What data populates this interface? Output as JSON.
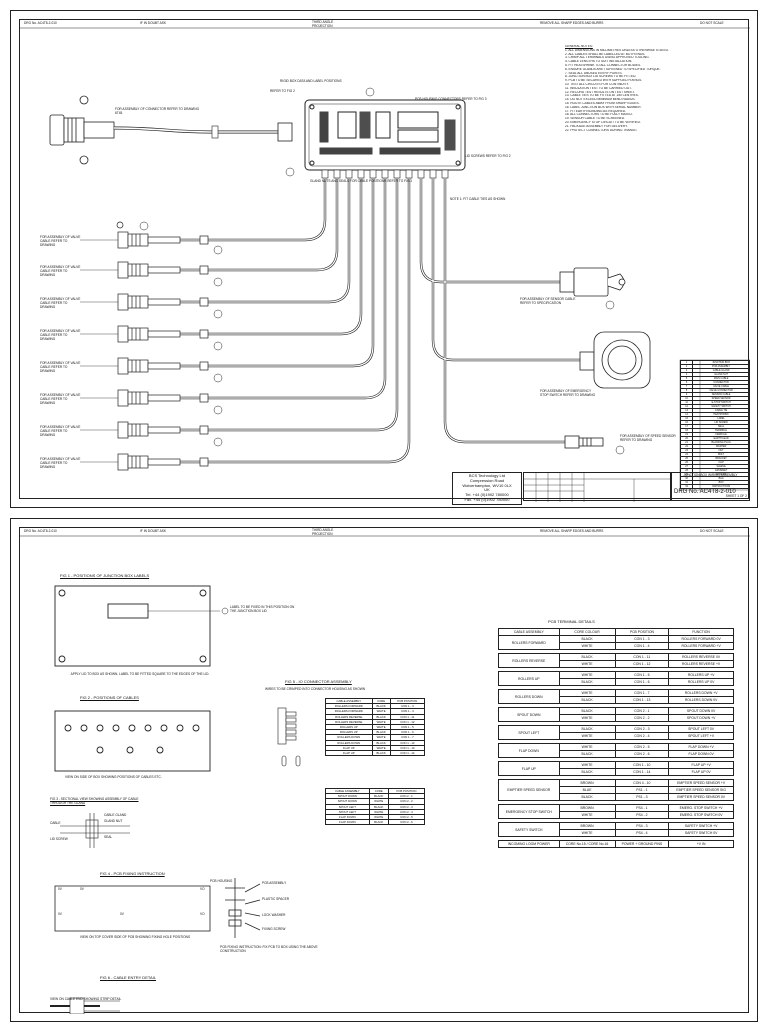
{
  "sheet1": {
    "header_left": "DRG No. AC4T8-2-010",
    "header_center_left": "IF IN DOUBT ASK",
    "header_center": "THIRD ANGLE PROJECTION",
    "header_right_center": "REMOVE ALL SHARP EDGES AND BURRS",
    "header_right": "DO NOT SCALE",
    "callout_top": "RIGID BOX DATA AND LABEL POSITIONS",
    "callout_top2": "REFER TO FIG 2",
    "callout_pcb": "PCB HOUSING CONNECTORS REFER TO FIG 3",
    "callout_main_cable": "FOR ASSEMBLY OF CONNECTOR REFER TO DRAWING 6T45",
    "callout_gland": "GLAND NUTS AND SEALS FOR CABLE POSITIONS REFER TO FIG 1",
    "callout_lid": "LID SCREWS REFER TO FIG 2",
    "callout_right_top": "FOR ASSEMBLY OF SENSOR CABLE REFER TO SPECIFICATION",
    "callout_sensor_mid": "FOR ASSEMBLY OF EMERGENCY STOP SWITCH REFER TO DRAWING",
    "callout_sensor_low": "FOR ASSEMBLY OF SPEED SENSOR REFER TO DRAWING",
    "callout_wire_note": "NOTE 1: FIT CABLE TIES AS SHOWN",
    "branch_label": "FOR ASSEMBLY OF VALVE CABLE REFER TO DRAWING",
    "notes_title": "GENERAL NOTES:",
    "notes": [
      "1. ALL DIMENSIONS IN MILLIMETRES UNLESS OTHERWISE STATED.",
      "2. ALL CABLES SHALL BE LABELLED AT BOTH ENDS.",
      "3. CRIMP ALL TERMINALS USING APPROVED TOOLING.",
      "4. CABLE LENGTHS TO SUIT INSTALLATION.",
      "5. FIT HEATSHRINK TO ALL CONNECTOR BODIES.",
      "6. ENSURE GLANDS ARE TIGHTENED TO SPECIFIED TORQUE.",
      "7. SEAL ALL UNUSED ENTRY POINTS.",
      "8. JUNCTION BOX LID SCREWS TO BE FITTED.",
      "9. PCB TO BE SECURED WITH SUPPLIED FIXINGS.",
      "10. TEST ALL CIRCUITS FOR CONTINUITY.",
      "11. INSULATION TEST TO BE CARRIED OUT.",
      "12. RECORD TEST RESULTS ON TEST SHEET.",
      "13. CABLE TIES TO BE FITTED AT 150 CENTRES.",
      "14. DO NOT EXCEED MINIMUM BEND RADIUS.",
      "15. ROUTE CABLES AWAY FROM SHARP EDGES.",
      "16. LABEL JUNCTION BOX WITH SERIAL NUMBER.",
      "17. FIT EARTH BONDING AS REQUIRED.",
      "18. ALL CONNECTORS TO BE FULLY MATED.",
      "19. SENSOR CABLE TO BE SCREENED.",
      "20. EMERGENCY STOP CIRCUIT TO BE VERIFIED.",
      "21. PACKAGE ASSEMBLY FOR DELIVERY.",
      "22. PROTECT CONNECTORS DURING TRANSIT."
    ],
    "parts_list": [
      [
        "1",
        "JUNCTION BOX"
      ],
      [
        "2",
        "PCB ASSEMBLY"
      ],
      [
        "3",
        "CABLE GLAND"
      ],
      [
        "4",
        "GLAND NUT"
      ],
      [
        "5",
        "MAIN CABLE"
      ],
      [
        "6",
        "CONNECTOR"
      ],
      [
        "7",
        "VALVE CABLE"
      ],
      [
        "8",
        "VALVE CONNECTOR"
      ],
      [
        "9",
        "SENSOR CABLE"
      ],
      [
        "10",
        "SPEED SENSOR"
      ],
      [
        "11",
        "E-STOP SWITCH"
      ],
      [
        "12",
        "SAFETY SWITCH"
      ],
      [
        "13",
        "CABLE TIE"
      ],
      [
        "14",
        "HEATSHRINK"
      ],
      [
        "15",
        "LABEL"
      ],
      [
        "16",
        "LID SCREW"
      ],
      [
        "17",
        "SEAL"
      ],
      [
        "18",
        "TERMINAL"
      ],
      [
        "19",
        "FERRULE"
      ],
      [
        "20",
        "EARTH LEAD"
      ],
      [
        "21",
        "BLANKING PLUG"
      ],
      [
        "22",
        "WASHER"
      ],
      [
        "23",
        "NUT"
      ],
      [
        "24",
        "BOLT"
      ],
      [
        "25",
        "BRACKET"
      ],
      [
        "26",
        "CLIP"
      ],
      [
        "27",
        "SLEEVE"
      ],
      [
        "28",
        "GROMMET"
      ],
      [
        "29",
        "PACKING"
      ],
      [
        "30",
        "BAG"
      ],
      [
        "31",
        "BOX"
      ],
      [
        "32",
        "INSTRUCTIONS"
      ]
    ],
    "company": {
      "name": "BCS Technology Ltd",
      "addr1": "Compression Road",
      "addr2": "Wolverhampton, WV10 0LX",
      "addr3": "UK",
      "tel": "Tel. +44 (0)1902 780000",
      "fax": "Fax. +44 (0)1902 780000"
    },
    "title_block": {
      "title": "JUNCTION BOX WIRING ASSEMBLY",
      "drg_no": "DRG No. AC4T8-2-010",
      "sheet": "SHEET 1 OF 2"
    }
  },
  "sheet2": {
    "header_left": "DRG No. AC4T8-2-010",
    "header_center_left": "IF IN DOUBT ASK",
    "header_center": "THIRD ANGLE PROJECTION",
    "header_right_center": "REMOVE ALL SHARP EDGES AND BURRS",
    "header_right": "DO NOT SCALE",
    "fig1_title": "FIG 1 - POSITIONS OF JUNCTION BOX LABELS",
    "fig1_callout": "LABEL TO BE FIXED IN THIS POSITION ON THE JUNCTION BOX LID",
    "fig1_note": "APPLY LID TO BOX AS SHOWN. LABEL TO BE FITTED SQUARE TO THE EDGES OF THE LID.",
    "fig2_title": "FIG 2 - POSITIONS OF CABLES",
    "fig2_note": "VIEW ON SIDE OF BOX SHOWING POSITIONS OF CABLES ETC.",
    "fig3_title": "FIG 3 - SECTIONAL VIEW SHOWING ASSEMBLY OF CABLE THROUGH THE GLAND",
    "fig3_labels": [
      "CABLE GLAND",
      "GLAND NUT",
      "SEAL",
      "CABLE",
      "LID SCREW"
    ],
    "fig4_title": "FIG 4 - PCB FIXING INSTRUCTION",
    "fig4_note": "VIEW ON TOP COVER SIDE OF PCB SHOWING FIXING HOLE POSITIONS",
    "fig4_labels": [
      "0V",
      "0V",
      "VO",
      "0V",
      "0V",
      "VO"
    ],
    "fig4_side_labels": [
      "PCB ASSEMBLY",
      "PLASTIC SPACER",
      "LOCK WASHER",
      "FIXING SCREW",
      "PCB HOUSING"
    ],
    "fig4_bottom_note": "PCB FIXING INSTRUCTION: FIX PCB TO BOX USING THE ABOVE CONSTRUCTION",
    "fig5_title": "FIG 5 - IO CONNECTOR ASSEMBLY",
    "fig5_note": "WIRES TO BE CRIMPED INTO CONNECTOR HOUSING AS SHOWN",
    "fig6_title": "FIG 6 - CABLE ENTRY DETAIL",
    "fig6_note": "VIEW ON CABLE END SHOWING STRIP DETAIL",
    "pcb_title": "PCB TERMINAL DETAILS",
    "pcb_headers": [
      "CABLE ASSEMBLY",
      "CORE COLOUR",
      "PCB POSITION",
      "FUNCTION"
    ],
    "pcb_groups": [
      {
        "name": "ROLLERS FORWARD",
        "rows": [
          [
            "BLACK",
            "CON 1 - 3",
            "ROLLERS FORWARD 0V"
          ],
          [
            "WHITE",
            "CON 1 - 4",
            "ROLLERS FORWARD +V"
          ]
        ]
      },
      {
        "name": "ROLLERS REVERSE",
        "rows": [
          [
            "BLACK",
            "CON 1 - 11",
            "ROLLERS REVERSE 0V"
          ],
          [
            "WHITE",
            "CON 1 - 12",
            "ROLLERS REVERSE +V"
          ]
        ]
      },
      {
        "name": "ROLLERS UP",
        "rows": [
          [
            "WHITE",
            "CON 1 - 5",
            "ROLLERS UP +V"
          ],
          [
            "BLACK",
            "CON 1 - 6",
            "ROLLERS UP 0V"
          ]
        ]
      },
      {
        "name": "ROLLERS DOWN",
        "rows": [
          [
            "WHITE",
            "CON 1 - 7",
            "ROLLERS DOWN +V"
          ],
          [
            "BLACK",
            "CON 1 - 13",
            "ROLLERS DOWN 0V"
          ]
        ]
      },
      {
        "name": "SPOUT DOWN",
        "rows": [
          [
            "BLACK",
            "CON 2 - 1",
            "SPOUT DOWN 0V"
          ],
          [
            "WHITE",
            "CON 2 - 2",
            "SPOUT DOWN +V"
          ]
        ]
      },
      {
        "name": "SPOUT LEFT",
        "rows": [
          [
            "BLACK",
            "CON 2 - 3",
            "SPOUT LEFT 0V"
          ],
          [
            "WHITE",
            "CON 2 - 4",
            "SPOUT LEFT +V"
          ]
        ]
      },
      {
        "name": "FLAP DOWN",
        "rows": [
          [
            "WHITE",
            "CON 2 - 5",
            "FLAP DOWN +V"
          ],
          [
            "BLACK",
            "CON 2 - 6",
            "FLAP DOWN 0V"
          ]
        ]
      },
      {
        "name": "FLAP UP",
        "rows": [
          [
            "WHITE",
            "CON 1 - 10",
            "FLAP UP +V"
          ],
          [
            "BLACK",
            "CON 1 - 14",
            "FLAP UP 0V"
          ]
        ]
      },
      {
        "name": "EMPTIER SPEED SENSOR",
        "rows": [
          [
            "BROWN",
            "CON 4 - 10",
            "EMPTIER SPEED SENSOR +V"
          ],
          [
            "BLUE",
            "PS1 - 1",
            "EMPTIER SPEED SENSOR SIG"
          ],
          [
            "BLACK",
            "PS1 - 3",
            "EMPTIER SPEED SENSOR 0V"
          ]
        ]
      },
      {
        "name": "EMERGENCY STOP SWITCH",
        "rows": [
          [
            "BROWN",
            "PS4 - 1",
            "EMERG. STOP SWITCH +V"
          ],
          [
            "WHITE",
            "PS4 - 2",
            "EMERG. STOP SWITCH 0V"
          ]
        ]
      },
      {
        "name": "SAFETY SWITCH",
        "rows": [
          [
            "BROWN",
            "PS4 - 3",
            "SAFETY SWITCH +V"
          ],
          [
            "WHITE",
            "PS4 - 4",
            "SAFETY SWITCH 0V"
          ]
        ]
      },
      {
        "name": "INCOMING LOOM POWER",
        "rows": [
          [
            "CORE No.15 / CORE No.16",
            "POWER + GROUND PINS",
            "+V IN"
          ]
        ]
      }
    ]
  }
}
